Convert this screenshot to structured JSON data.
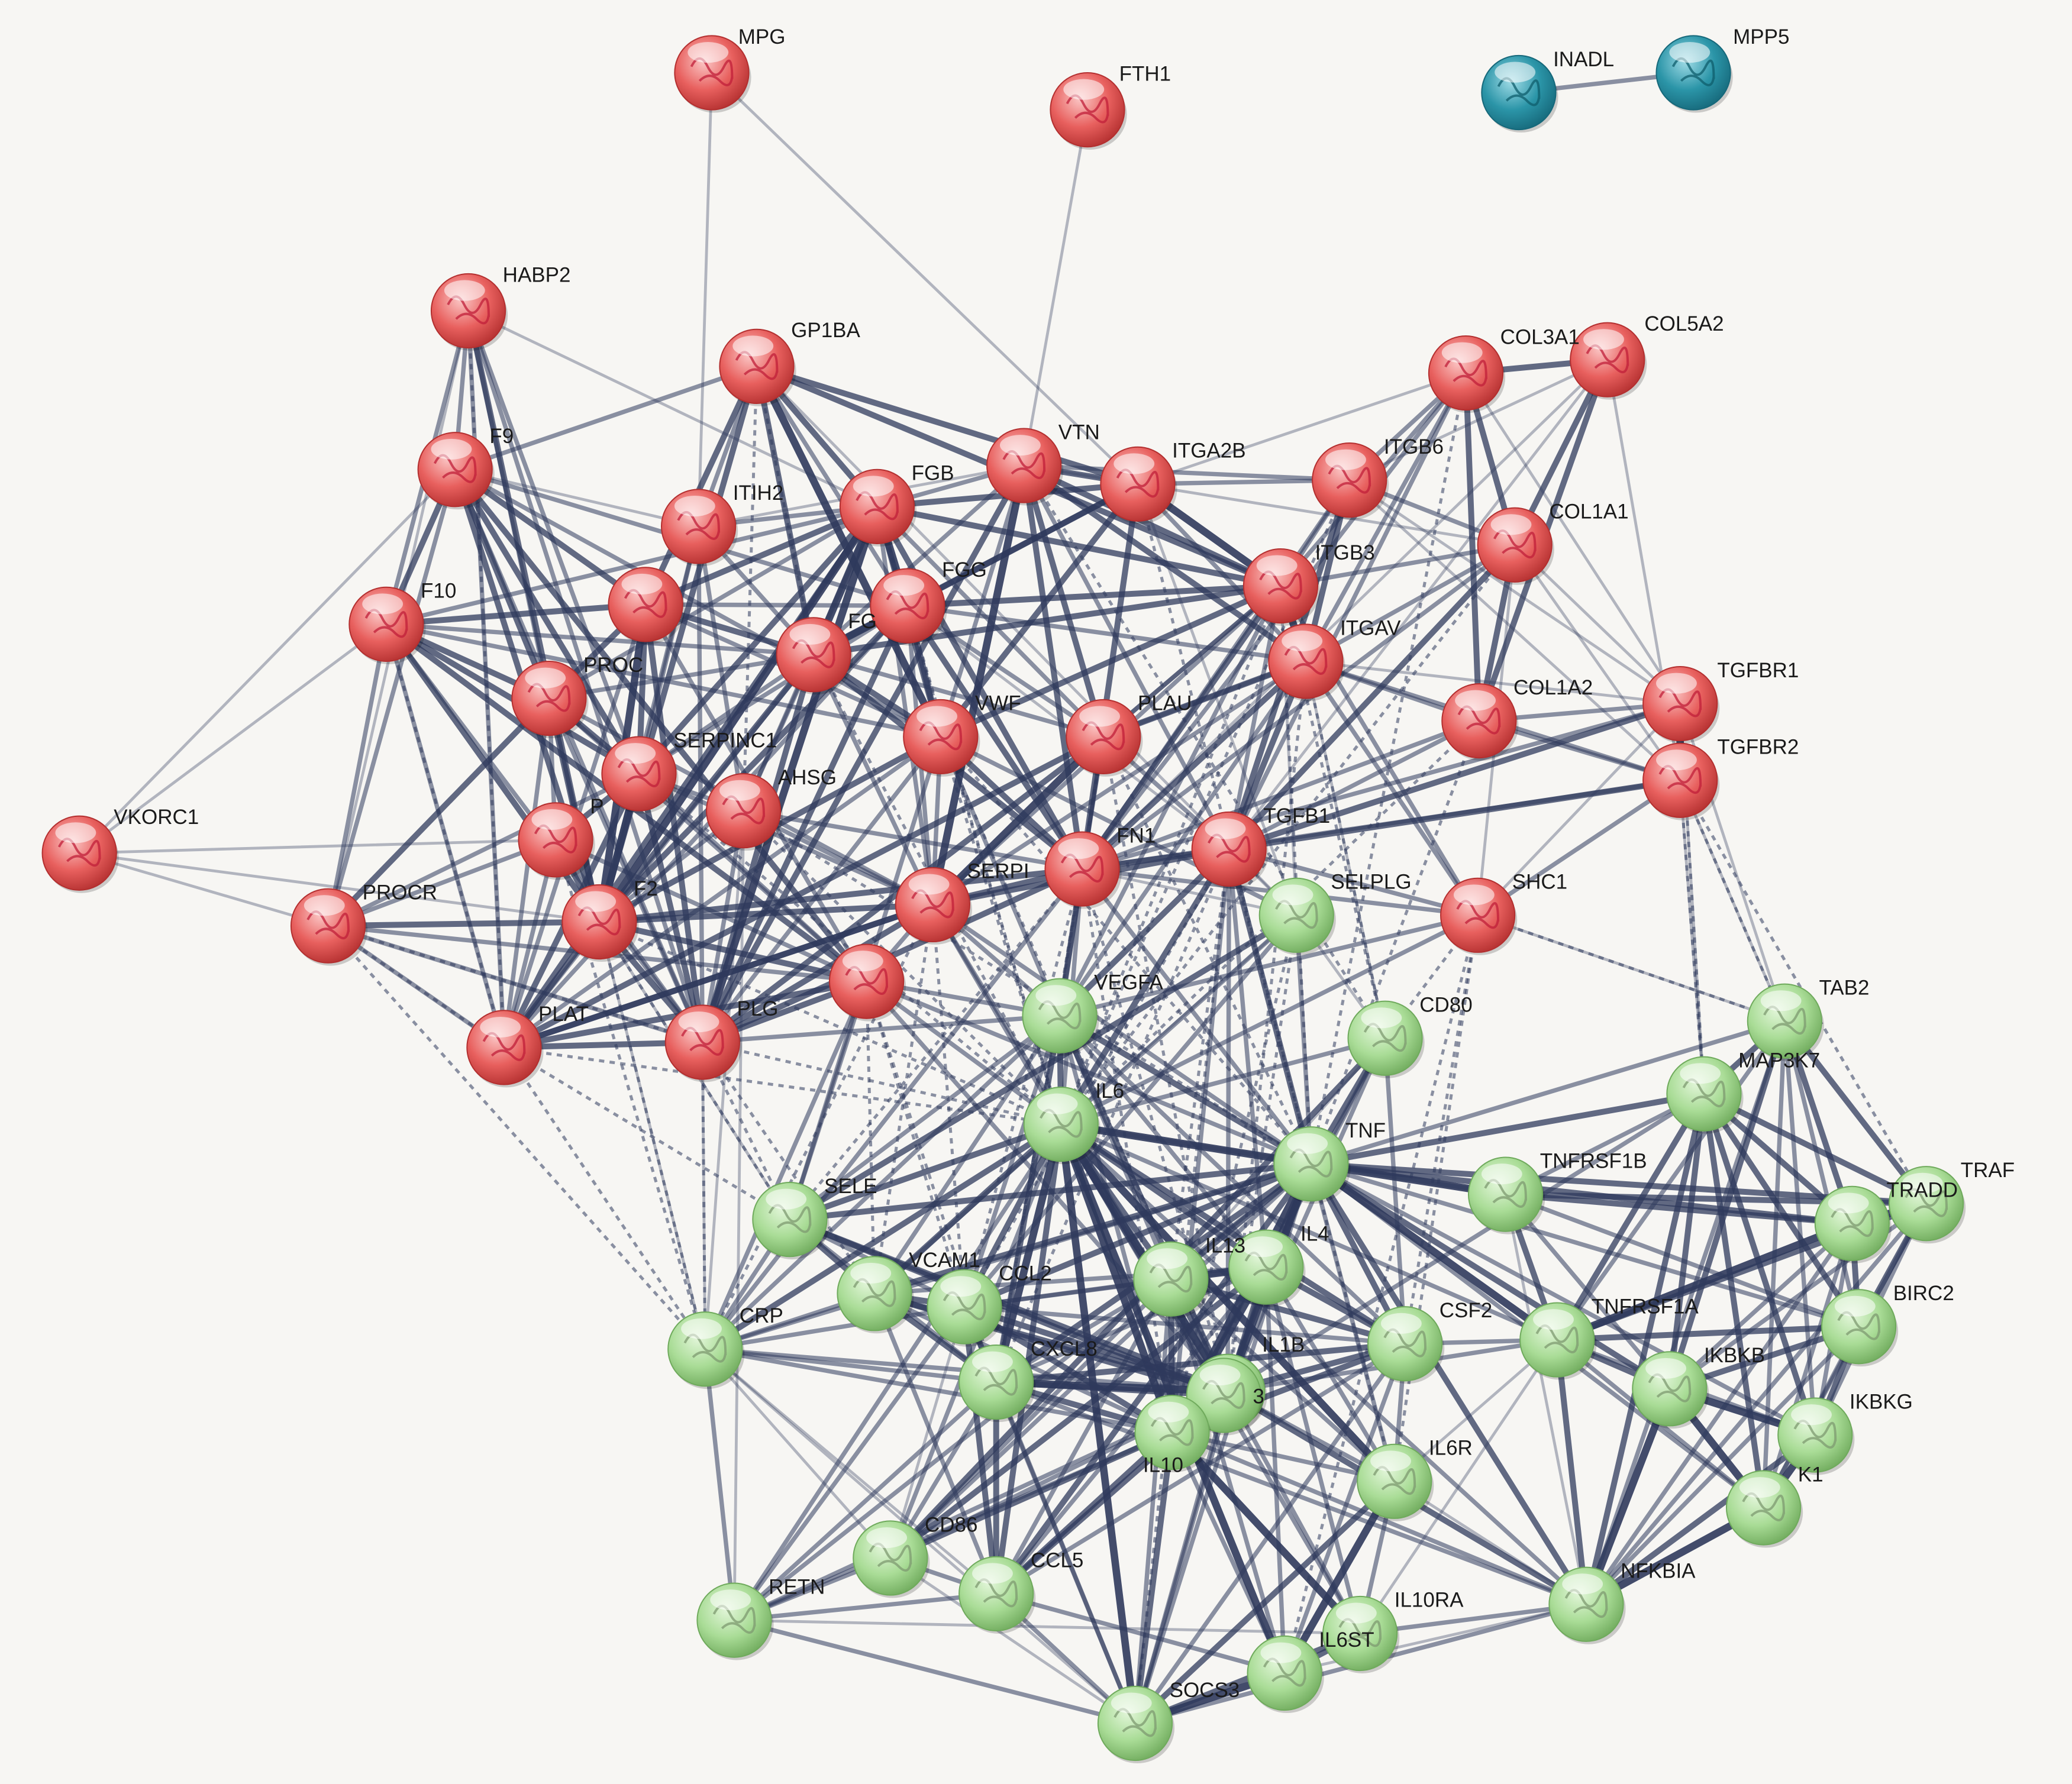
{
  "network": {
    "clusters": {
      "red": {
        "fill": "#e8605e",
        "light": "#fbc7c6",
        "dark": "#b32f2f"
      },
      "green": {
        "fill": "#a9dc96",
        "light": "#e3f6da",
        "dark": "#6faa5c"
      },
      "teal": {
        "fill": "#2b95a8",
        "light": "#9fdbe6",
        "dark": "#16687a"
      }
    },
    "edge_color": "#2f3a5c",
    "nodes": [
      {
        "id": "MPG",
        "label": "MPG",
        "cluster": "red",
        "icon": "protein-structure-icon"
      },
      {
        "id": "FTH1",
        "label": "FTH1",
        "cluster": "red",
        "icon": "protein-structure-icon"
      },
      {
        "id": "INADL",
        "label": "INADL",
        "cluster": "teal",
        "icon": "protein-structure-icon"
      },
      {
        "id": "MPP5",
        "label": "MPP5",
        "cluster": "teal",
        "icon": "protein-structure-icon"
      },
      {
        "id": "HABP2",
        "label": "HABP2",
        "cluster": "red",
        "icon": "protein-structure-icon"
      },
      {
        "id": "GP1BA",
        "label": "GP1BA",
        "cluster": "red",
        "icon": "protein-structure-icon"
      },
      {
        "id": "COL3A1",
        "label": "COL3A1",
        "cluster": "red",
        "icon": "protein-structure-icon"
      },
      {
        "id": "COL5A2",
        "label": "COL5A2",
        "cluster": "red",
        "icon": "protein-structure-icon"
      },
      {
        "id": "F9",
        "label": "F9",
        "cluster": "red",
        "icon": "protein-structure-icon"
      },
      {
        "id": "VTN",
        "label": "VTN",
        "cluster": "red",
        "icon": "protein-structure-icon"
      },
      {
        "id": "ITGA2B",
        "label": "ITGA2B",
        "cluster": "red",
        "icon": "protein-structure-icon"
      },
      {
        "id": "ITGB6",
        "label": "ITGB6",
        "cluster": "red",
        "icon": "protein-structure-icon"
      },
      {
        "id": "ITIH2",
        "label": "ITIH2",
        "cluster": "red",
        "icon": "protein-structure-icon"
      },
      {
        "id": "FGB",
        "label": "FGB",
        "cluster": "red",
        "icon": "protein-structure-icon"
      },
      {
        "id": "COL1A1",
        "label": "COL1A1",
        "cluster": "red",
        "icon": "protein-structure-icon"
      },
      {
        "id": "F10",
        "label": "F10",
        "cluster": "red",
        "icon": "protein-structure-icon"
      },
      {
        "id": "F11",
        "label": "",
        "cluster": "red",
        "icon": "protein-structure-icon"
      },
      {
        "id": "FGG",
        "label": "FGG",
        "cluster": "red",
        "icon": "protein-structure-icon"
      },
      {
        "id": "ITGB3",
        "label": "ITGB3",
        "cluster": "red",
        "icon": "protein-structure-icon"
      },
      {
        "id": "FGA",
        "label": "FG",
        "cluster": "red",
        "icon": "protein-structure-icon"
      },
      {
        "id": "ITGAV",
        "label": "ITGAV",
        "cluster": "red",
        "icon": "protein-structure-icon"
      },
      {
        "id": "PROC",
        "label": "PROC",
        "cluster": "red",
        "icon": "protein-structure-icon"
      },
      {
        "id": "TGFBR1",
        "label": "TGFBR1",
        "cluster": "red",
        "icon": "protein-structure-icon"
      },
      {
        "id": "COL1A2",
        "label": "COL1A2",
        "cluster": "red",
        "icon": "protein-structure-icon"
      },
      {
        "id": "VWF",
        "label": "VWF",
        "cluster": "red",
        "icon": "protein-structure-icon"
      },
      {
        "id": "PLAU",
        "label": "PLAU",
        "cluster": "red",
        "icon": "protein-structure-icon"
      },
      {
        "id": "SERPINC1",
        "label": "SERPINC1",
        "cluster": "red",
        "icon": "protein-structure-icon"
      },
      {
        "id": "TGFBR2",
        "label": "TGFBR2",
        "cluster": "red",
        "icon": "protein-structure-icon"
      },
      {
        "id": "AHSG",
        "label": "AHSG",
        "cluster": "red",
        "icon": "protein-structure-icon"
      },
      {
        "id": "VKORC1",
        "label": "VKORC1",
        "cluster": "red",
        "icon": "protein-structure-icon"
      },
      {
        "id": "P_NODE",
        "label": "P",
        "cluster": "red",
        "icon": "protein-structure-icon"
      },
      {
        "id": "TGFB1",
        "label": "TGFB1",
        "cluster": "red",
        "icon": "protein-structure-icon"
      },
      {
        "id": "FN1",
        "label": "FN1",
        "cluster": "red",
        "icon": "protein-structure-icon"
      },
      {
        "id": "SERPINE1",
        "label": "SERPI",
        "cluster": "red",
        "icon": "protein-structure-icon"
      },
      {
        "id": "F2",
        "label": "F2",
        "cluster": "red",
        "icon": "protein-structure-icon"
      },
      {
        "id": "PROCR",
        "label": "PROCR",
        "cluster": "red",
        "icon": "protein-structure-icon"
      },
      {
        "id": "SHC1",
        "label": "SHC1",
        "cluster": "red",
        "icon": "protein-structure-icon"
      },
      {
        "id": "SELPLG",
        "label": "SELPLG",
        "cluster": "green",
        "icon": "protein-structure-icon"
      },
      {
        "id": "F3",
        "label": "",
        "cluster": "red",
        "icon": "protein-structure-icon"
      },
      {
        "id": "PLAT",
        "label": "PLAT",
        "cluster": "red",
        "icon": "protein-structure-icon"
      },
      {
        "id": "PLG",
        "label": "PLG",
        "cluster": "red",
        "icon": "protein-structure-icon"
      },
      {
        "id": "VEGFA",
        "label": "VEGFA",
        "cluster": "green",
        "icon": "protein-structure-icon"
      },
      {
        "id": "TAB2",
        "label": "TAB2",
        "cluster": "green",
        "icon": "protein-structure-icon"
      },
      {
        "id": "CD80",
        "label": "CD80",
        "cluster": "green",
        "icon": "protein-structure-icon"
      },
      {
        "id": "MAP3K7",
        "label": "MAP3K7",
        "cluster": "green",
        "icon": "protein-structure-icon"
      },
      {
        "id": "IL6",
        "label": "IL6",
        "cluster": "green",
        "icon": "protein-structure-icon"
      },
      {
        "id": "TNF",
        "label": "TNF",
        "cluster": "green",
        "icon": "protein-structure-icon"
      },
      {
        "id": "TNFRSF1B",
        "label": "TNFRSF1B",
        "cluster": "green",
        "icon": "protein-structure-icon"
      },
      {
        "id": "TRAF2",
        "label": "TRAF",
        "cluster": "green",
        "icon": "protein-structure-icon"
      },
      {
        "id": "TRADD",
        "label": "TRADD",
        "cluster": "green",
        "icon": "protein-structure-icon"
      },
      {
        "id": "SELE",
        "label": "SELE",
        "cluster": "green",
        "icon": "protein-structure-icon"
      },
      {
        "id": "IL13",
        "label": "IL13",
        "cluster": "green",
        "icon": "protein-structure-icon"
      },
      {
        "id": "IL4",
        "label": "IL4",
        "cluster": "green",
        "icon": "protein-structure-icon"
      },
      {
        "id": "VCAM1",
        "label": "VCAM1",
        "cluster": "green",
        "icon": "protein-structure-icon"
      },
      {
        "id": "CCL2",
        "label": "CCL2",
        "cluster": "green",
        "icon": "protein-structure-icon"
      },
      {
        "id": "BIRC2",
        "label": "BIRC2",
        "cluster": "green",
        "icon": "protein-structure-icon"
      },
      {
        "id": "CRP",
        "label": "CRP",
        "cluster": "green",
        "icon": "protein-structure-icon"
      },
      {
        "id": "CSF2",
        "label": "CSF2",
        "cluster": "green",
        "icon": "protein-structure-icon"
      },
      {
        "id": "TNFRSF1A",
        "label": "TNFRSF1A",
        "cluster": "green",
        "icon": "protein-structure-icon"
      },
      {
        "id": "CXCL8",
        "label": "CXCL8",
        "cluster": "green",
        "icon": "protein-structure-icon"
      },
      {
        "id": "IKBKB",
        "label": "IKBKB",
        "cluster": "green",
        "icon": "protein-structure-icon"
      },
      {
        "id": "IL1B",
        "label": "IL1B",
        "cluster": "green",
        "icon": "protein-structure-icon"
      },
      {
        "id": "ICAM1",
        "label": "3",
        "cluster": "green",
        "icon": "protein-structure-icon"
      },
      {
        "id": "IKBKG",
        "label": "IKBKG",
        "cluster": "green",
        "icon": "protein-structure-icon"
      },
      {
        "id": "CHUK",
        "label": "K1",
        "cluster": "green",
        "icon": "protein-structure-icon"
      },
      {
        "id": "IL10",
        "label": "IL10",
        "cluster": "green",
        "icon": "protein-structure-icon"
      },
      {
        "id": "IL6R",
        "label": "IL6R",
        "cluster": "green",
        "icon": "protein-structure-icon"
      },
      {
        "id": "CD86",
        "label": "CD86",
        "cluster": "green",
        "icon": "protein-structure-icon"
      },
      {
        "id": "CCL5",
        "label": "CCL5",
        "cluster": "green",
        "icon": "protein-structure-icon"
      },
      {
        "id": "NFKBIA",
        "label": "NFKBIA",
        "cluster": "green",
        "icon": "protein-structure-icon"
      },
      {
        "id": "RETN",
        "label": "RETN",
        "cluster": "green",
        "icon": "protein-structure-icon"
      },
      {
        "id": "IL10RA",
        "label": "IL10RA",
        "cluster": "green",
        "icon": "protein-structure-icon"
      },
      {
        "id": "IL6ST",
        "label": "IL6ST",
        "cluster": "green",
        "icon": "protein-structure-icon"
      },
      {
        "id": "SOCS3",
        "label": "SOCS3",
        "cluster": "green",
        "icon": "protein-structure-icon"
      }
    ]
  }
}
